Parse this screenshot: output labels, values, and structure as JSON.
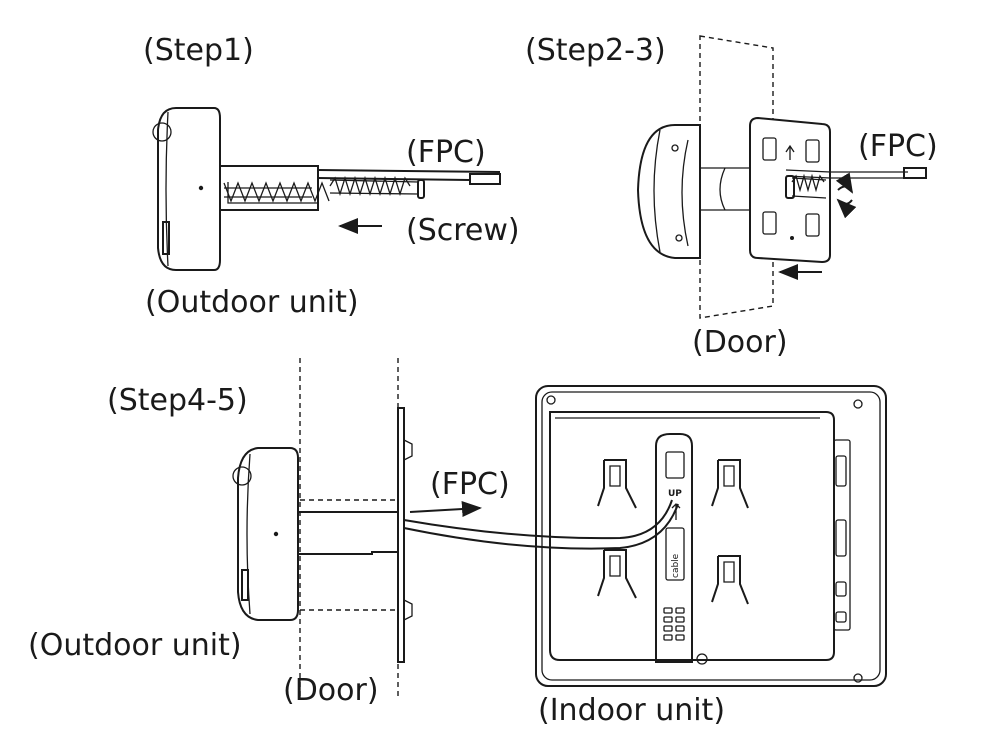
{
  "labels": {
    "step1": "(Step1)",
    "step2_3": "(Step2-3)",
    "step4_5": "(Step4-5)",
    "fpc_1": "(FPC)",
    "screw": "(Screw)",
    "outdoor_unit_1": "(Outdoor unit)",
    "fpc_2": "(FPC)",
    "door_1": "(Door)",
    "fpc_3": "(FPC)",
    "outdoor_unit_2": "(Outdoor unit)",
    "door_2": "(Door)",
    "indoor_unit": "(Indoor unit)"
  },
  "back_panel": {
    "up_marking": "UP",
    "cable_marking": "cable"
  },
  "colors": {
    "line": "#1a1a1a",
    "background": "#ffffff"
  }
}
